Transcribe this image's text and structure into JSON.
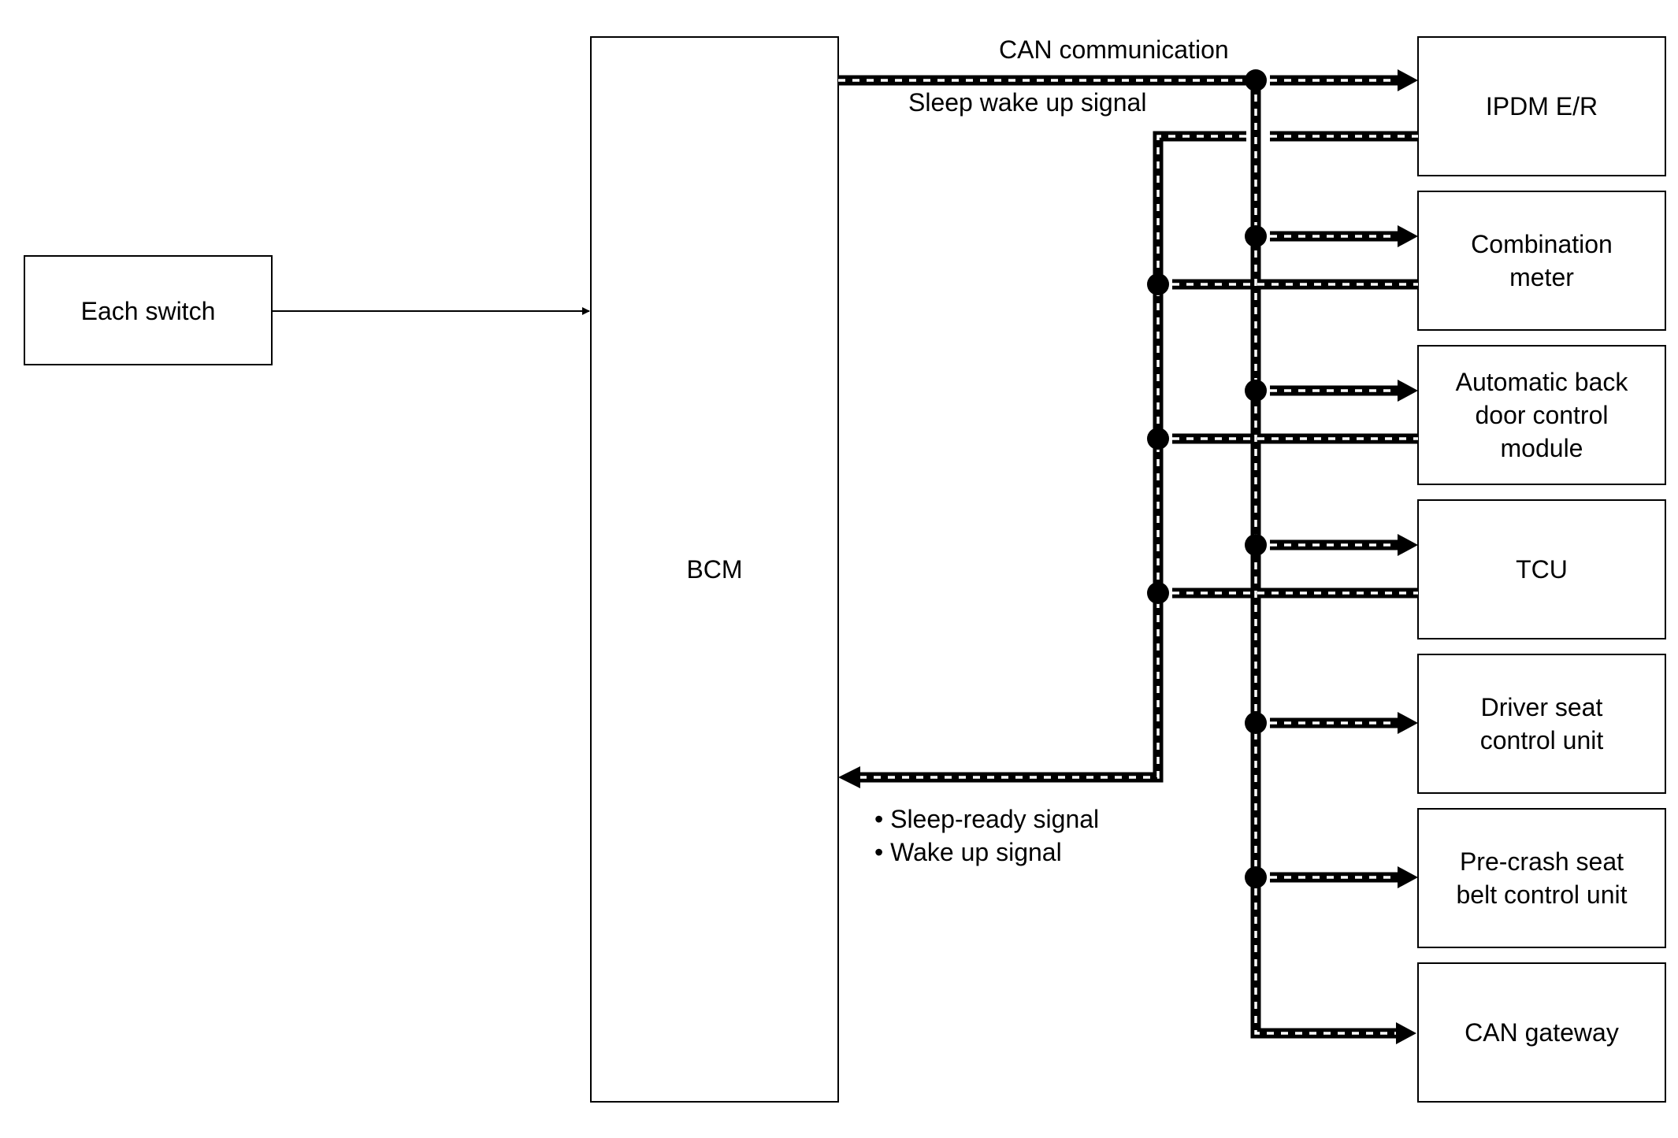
{
  "diagram": {
    "nodes": {
      "each_switch": {
        "lines": [
          "Each switch"
        ]
      },
      "bcm": {
        "lines": [
          "BCM"
        ]
      },
      "ipdm": {
        "lines": [
          "IPDM E/R"
        ]
      },
      "combination_meter": {
        "lines": [
          "Combination",
          "meter"
        ]
      },
      "auto_back_door": {
        "lines": [
          "Automatic back",
          "door control",
          "module"
        ]
      },
      "tcu": {
        "lines": [
          "TCU"
        ]
      },
      "driver_seat": {
        "lines": [
          "Driver seat",
          "control unit"
        ]
      },
      "pre_crash": {
        "lines": [
          "Pre-crash seat",
          "belt control unit"
        ]
      },
      "can_gateway": {
        "lines": [
          "CAN gateway"
        ]
      }
    },
    "labels": {
      "can_communication": "CAN communication",
      "sleep_wake_up": "Sleep wake up signal",
      "sleep_ready": "• Sleep-ready signal",
      "wake_up": "• Wake up signal"
    },
    "colors": {
      "line": "#000000",
      "dash": "#ffffff",
      "background": "#ffffff"
    }
  }
}
